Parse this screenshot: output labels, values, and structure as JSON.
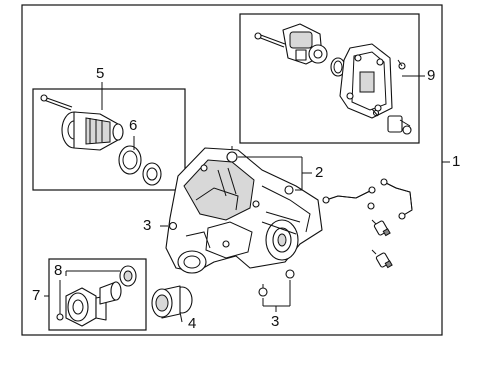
{
  "diagram": {
    "labels": {
      "c1": "1",
      "c2": "2",
      "c3a": "3",
      "c3b": "3",
      "c4": "4",
      "c5": "5",
      "c6": "6",
      "c7": "7",
      "c8": "8",
      "c9": "9"
    }
  }
}
